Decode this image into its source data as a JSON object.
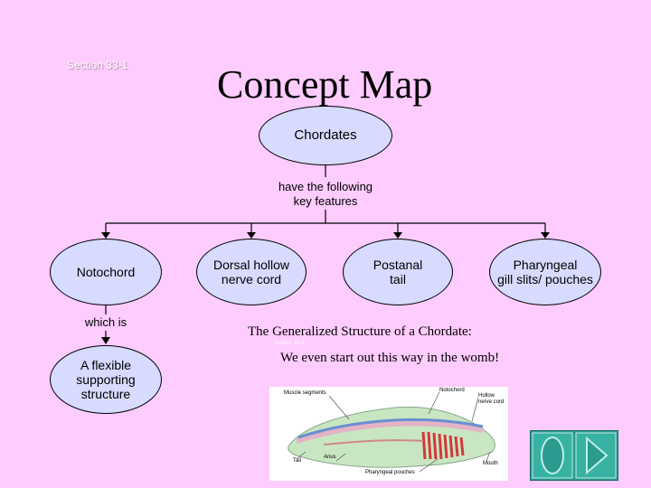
{
  "slide": {
    "section_label": "Section 33-1",
    "title": "Concept Map"
  },
  "concept_map": {
    "root": "Chordates",
    "root_link": [
      "have the following",
      "key features"
    ],
    "features": [
      {
        "label": [
          "Notochord"
        ]
      },
      {
        "label": [
          "Dorsal hollow",
          "nerve cord"
        ]
      },
      {
        "label": [
          "Postanal",
          "tail"
        ]
      },
      {
        "label": [
          "Pharyngeal",
          "gill slits/ pouches"
        ]
      }
    ],
    "notochord_link": "which is",
    "notochord_detail": [
      "A flexible",
      "supporting",
      "structure"
    ]
  },
  "figure": {
    "caption": "The Generalized Structure of a Chordate:",
    "subcaption": "We even start out this way in the womb!",
    "section_tag": "Section 33-1",
    "labels": {
      "muscle": "Muscle segments",
      "notochord": "Notochord",
      "nerve": [
        "Hollow",
        "nerve cord"
      ],
      "tail": "Tail",
      "anus": "Anus",
      "pharyngeal": "Pharyngeal pouches",
      "mouth": "Mouth"
    }
  },
  "colors": {
    "background": "#ffccff",
    "node_fill": "#d6dbff",
    "nav_button": "#2a9b8c"
  },
  "icons": {
    "nav_back": "left-oval-icon",
    "nav_next": "right-arrow-icon"
  }
}
